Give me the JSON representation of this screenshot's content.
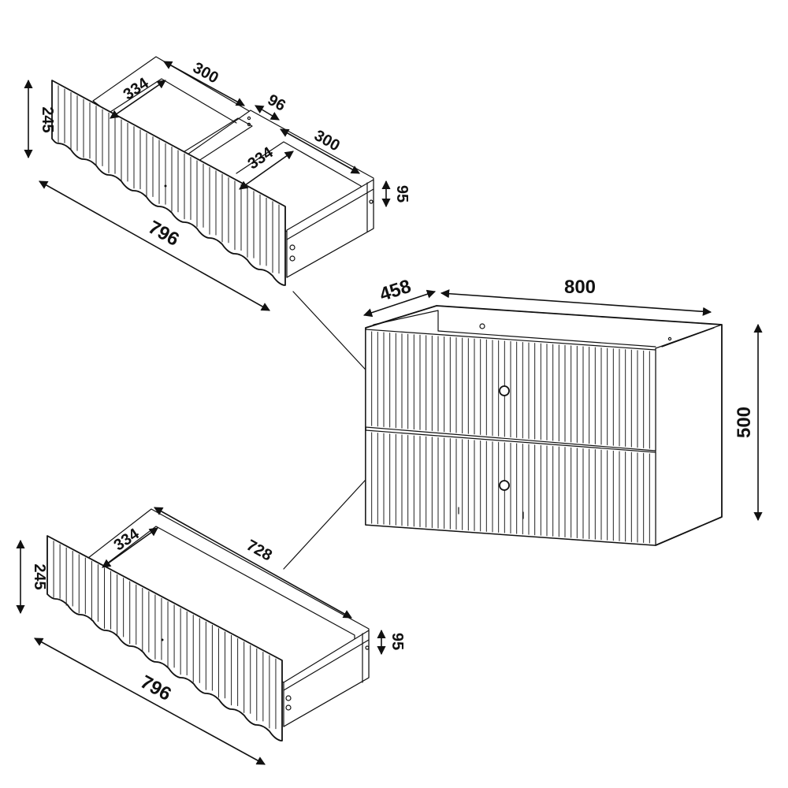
{
  "colors": {
    "line": "#111111",
    "background": "#ffffff"
  },
  "dimensions": {
    "top_drawer": {
      "height": "245",
      "inner_depth_left": "334",
      "inner_width_left": "300",
      "divider": "96",
      "inner_depth_right": "334",
      "inner_width_right": "300",
      "side_height": "95",
      "front_width": "796"
    },
    "cabinet": {
      "depth": "458",
      "width": "800",
      "height": "500"
    },
    "bottom_drawer": {
      "height": "245",
      "inner_depth": "334",
      "inner_width": "728",
      "side_height": "95",
      "front_width": "796"
    }
  }
}
